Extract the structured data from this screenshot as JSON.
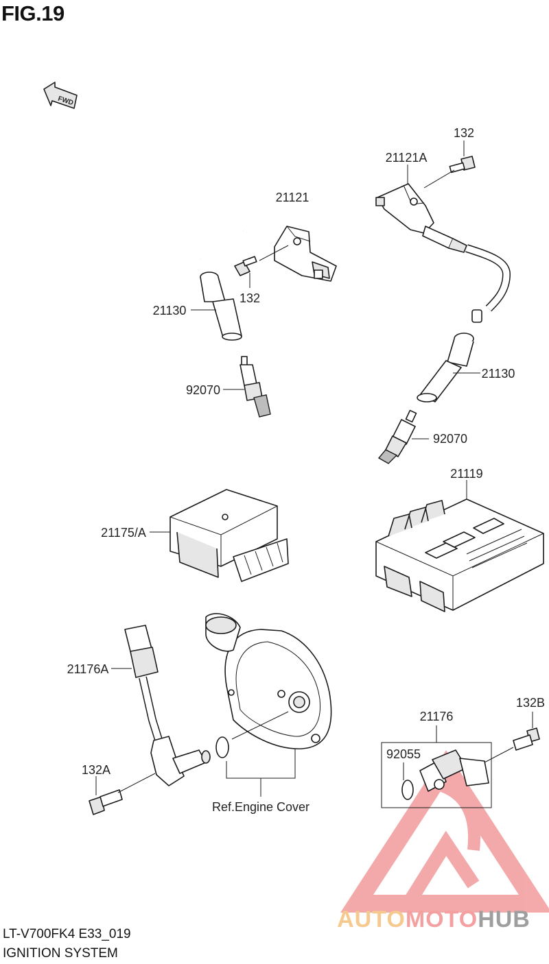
{
  "figure": {
    "title": "FIG.19",
    "direction_badge": "FWD"
  },
  "callouts": [
    {
      "id": "lbl-132-top",
      "text": "132"
    },
    {
      "id": "lbl-21121A",
      "text": "21121A"
    },
    {
      "id": "lbl-21121",
      "text": "21121"
    },
    {
      "id": "lbl-132-mid",
      "text": "132"
    },
    {
      "id": "lbl-21130-left",
      "text": "21130"
    },
    {
      "id": "lbl-21130-right",
      "text": "21130"
    },
    {
      "id": "lbl-92070-left",
      "text": "92070"
    },
    {
      "id": "lbl-92070-right",
      "text": "92070"
    },
    {
      "id": "lbl-21119",
      "text": "21119"
    },
    {
      "id": "lbl-21175A",
      "text": "21175/A"
    },
    {
      "id": "lbl-21176A",
      "text": "21176A"
    },
    {
      "id": "lbl-132A",
      "text": "132A"
    },
    {
      "id": "lbl-132B",
      "text": "132B"
    },
    {
      "id": "lbl-21176",
      "text": "21176"
    },
    {
      "id": "lbl-92055",
      "text": "92055"
    },
    {
      "id": "lbl-ref-engine-cover",
      "text": "Ref.Engine Cover"
    }
  ],
  "footer": {
    "model_code": "LT-V700FK4 E33_019",
    "section_title": "IGNITION SYSTEM"
  },
  "watermark": {
    "brand_text": "AUTOMOTOHUB",
    "brand_part_1": "AUTO",
    "brand_part_2": "MOTO",
    "brand_part_3": "HUB",
    "colors": {
      "auto": "#f6c98e",
      "moto": "#f4a0a0",
      "hub": "#9e9e9e",
      "logo": "#f29b9b"
    }
  }
}
